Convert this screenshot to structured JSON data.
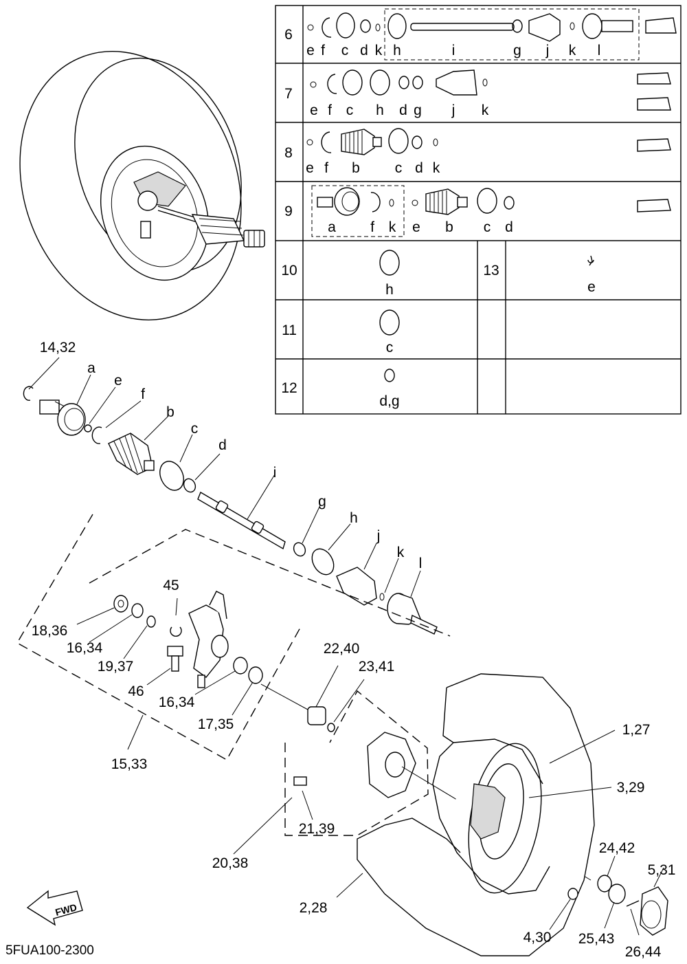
{
  "diagram_code": "5FUA100-2300",
  "fwd_label": "FWD",
  "table": {
    "rows": [
      {
        "num": "6",
        "letters": [
          "e",
          "f",
          "c",
          "d",
          "k",
          "h",
          "i",
          "g",
          "j",
          "k",
          "l"
        ]
      },
      {
        "num": "7",
        "letters": [
          "e",
          "f",
          "c",
          "h",
          "d",
          "g",
          "j",
          "k"
        ]
      },
      {
        "num": "8",
        "letters": [
          "e",
          "f",
          "b",
          "c",
          "d",
          "k"
        ]
      },
      {
        "num": "9",
        "letters": [
          "a",
          "f",
          "k",
          "e",
          "b",
          "c",
          "d"
        ]
      },
      {
        "num": "10",
        "letter": "h"
      },
      {
        "num": "11",
        "letter": "c"
      },
      {
        "num": "12",
        "letter": "d,g"
      },
      {
        "num": "13",
        "letter": "e"
      }
    ]
  },
  "callouts": {
    "c14_32": "14,32",
    "a": "a",
    "e": "e",
    "f": "f",
    "b": "b",
    "c": "c",
    "d": "d",
    "i": "i",
    "g": "g",
    "h": "h",
    "j": "j",
    "k": "k",
    "l": "l",
    "c45": "45",
    "c18_36": "18,36",
    "c16_34a": "16,34",
    "c19_37": "19,37",
    "c46": "46",
    "c16_34b": "16,34",
    "c17_35": "17,35",
    "c15_33": "15,33",
    "c22_40": "22,40",
    "c23_41": "23,41",
    "c1_27": "1,27",
    "c3_29": "3,29",
    "c21_39": "21,39",
    "c20_38": "20,38",
    "c24_42": "24,42",
    "c5_31": "5,31",
    "c2_28": "2,28",
    "c4_30": "4,30",
    "c25_43": "25,43",
    "c26_44": "26,44"
  }
}
